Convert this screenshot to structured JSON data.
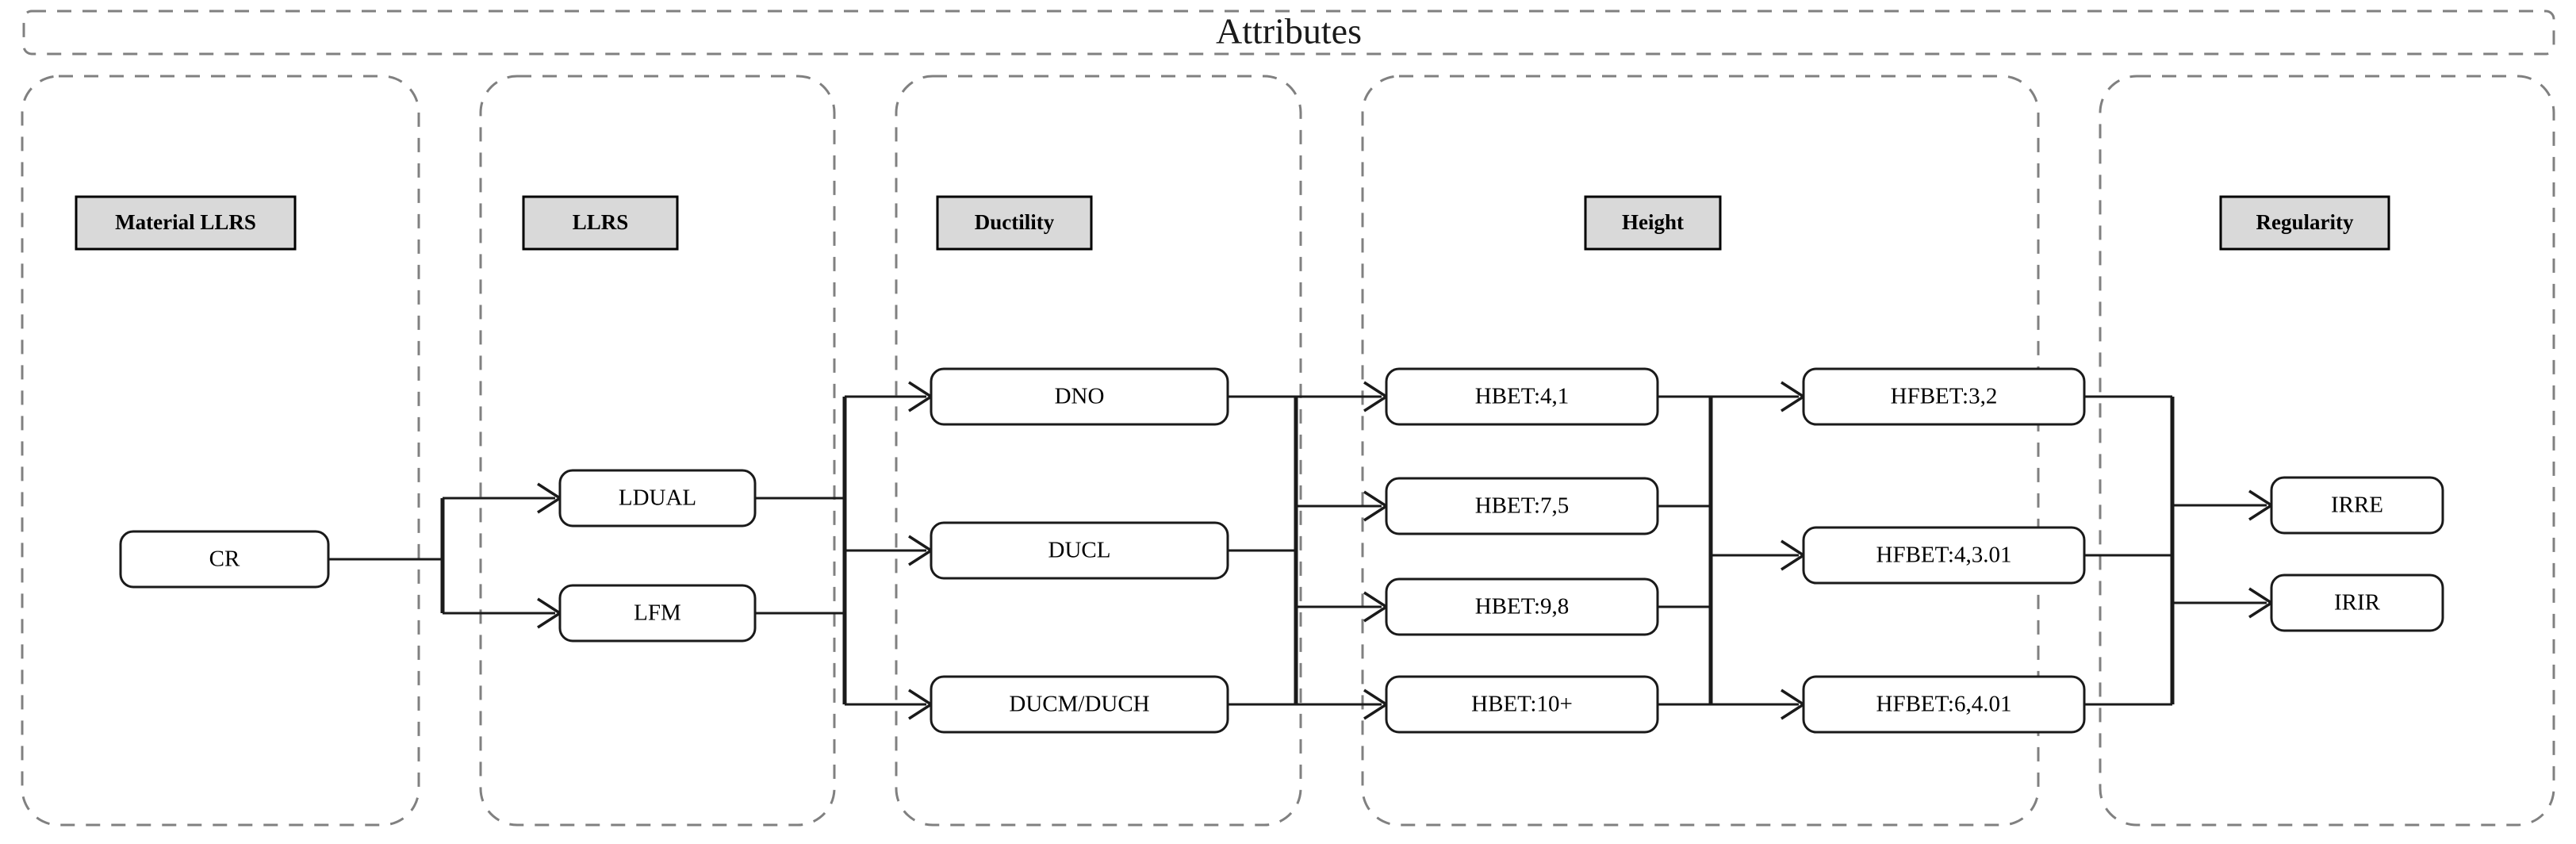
{
  "title": "Attributes",
  "columns": [
    {
      "id": "material-llrs",
      "header": "Material LLRS"
    },
    {
      "id": "llrs",
      "header": "LLRS"
    },
    {
      "id": "ductility",
      "header": "Ductility"
    },
    {
      "id": "height",
      "header": "Height"
    },
    {
      "id": "regularity",
      "header": "Regularity"
    }
  ],
  "nodes": {
    "material_llrs": [
      {
        "id": "cr",
        "label": "CR"
      }
    ],
    "llrs": [
      {
        "id": "ldual",
        "label": "LDUAL"
      },
      {
        "id": "lfm",
        "label": "LFM"
      }
    ],
    "ductility": [
      {
        "id": "dno",
        "label": "DNO"
      },
      {
        "id": "ducl",
        "label": "DUCL"
      },
      {
        "id": "ducmduch",
        "label": "DUCM/DUCH"
      }
    ],
    "height": [
      {
        "id": "hbet41",
        "label": "HBET:4,1"
      },
      {
        "id": "hbet75",
        "label": "HBET:7,5"
      },
      {
        "id": "hbet98",
        "label": "HBET:9,8"
      },
      {
        "id": "hbet10p",
        "label": "HBET:10+"
      }
    ],
    "height_fine": [
      {
        "id": "hfbet32",
        "label": "HFBET:3,2"
      },
      {
        "id": "hfbet4301",
        "label": "HFBET:4,3.01"
      },
      {
        "id": "hfbet6401",
        "label": "HFBET:6,4.01"
      }
    ],
    "regularity": [
      {
        "id": "irre",
        "label": "IRRE"
      },
      {
        "id": "irir",
        "label": "IRIR"
      }
    ]
  },
  "edges": [
    {
      "from": "cr",
      "to": "ldual"
    },
    {
      "from": "cr",
      "to": "lfm"
    },
    {
      "from": "ldual",
      "to": "dno"
    },
    {
      "from": "ldual",
      "to": "ducl"
    },
    {
      "from": "ldual",
      "to": "ducmduch"
    },
    {
      "from": "lfm",
      "to": "dno"
    },
    {
      "from": "lfm",
      "to": "ducl"
    },
    {
      "from": "lfm",
      "to": "ducmduch"
    },
    {
      "from": "dno",
      "to": "hbet41"
    },
    {
      "from": "dno",
      "to": "hbet75"
    },
    {
      "from": "dno",
      "to": "hbet98"
    },
    {
      "from": "dno",
      "to": "hbet10p"
    },
    {
      "from": "ducl",
      "to": "hbet41"
    },
    {
      "from": "ducl",
      "to": "hbet75"
    },
    {
      "from": "ducl",
      "to": "hbet98"
    },
    {
      "from": "ducl",
      "to": "hbet10p"
    },
    {
      "from": "ducmduch",
      "to": "hbet41"
    },
    {
      "from": "ducmduch",
      "to": "hbet75"
    },
    {
      "from": "ducmduch",
      "to": "hbet98"
    },
    {
      "from": "ducmduch",
      "to": "hbet10p"
    },
    {
      "from": "hbet41",
      "to": "hfbet32"
    },
    {
      "from": "hbet75",
      "to": "hfbet4301"
    },
    {
      "from": "hbet98",
      "to": "hfbet4301"
    },
    {
      "from": "hbet10p",
      "to": "hfbet6401"
    },
    {
      "from": "hfbet32",
      "to": "irre"
    },
    {
      "from": "hfbet32",
      "to": "irir"
    },
    {
      "from": "hfbet4301",
      "to": "irre"
    },
    {
      "from": "hfbet4301",
      "to": "irir"
    },
    {
      "from": "hfbet6401",
      "to": "irre"
    },
    {
      "from": "hfbet6401",
      "to": "irir"
    }
  ],
  "colors": {
    "header_fill": "#d9d9d9",
    "node_stroke": "#1a1a1a",
    "group_stroke": "#808080",
    "background": "#ffffff"
  }
}
